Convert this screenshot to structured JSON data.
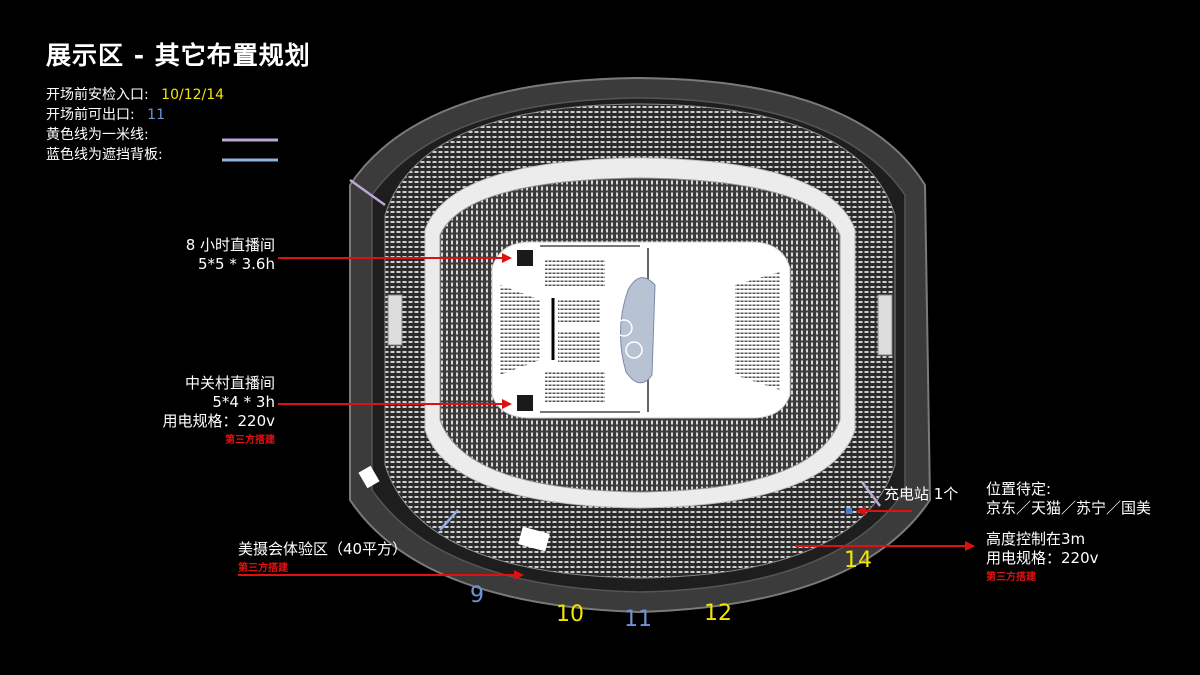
{
  "title": "展示区 - 其它布置规划",
  "legend": {
    "entry_label": "开场前安检入口:",
    "entry_value": "10/12/14",
    "exit_label": "开场前可出口:",
    "exit_value": "11",
    "yellow_line_label": "黄色线为一米线:",
    "blue_line_label": "蓝色线为遮挡背板:"
  },
  "annotations": {
    "studio_8h_title": "8 小时直播间",
    "studio_8h_size": "5*5 * 3.6h",
    "zgc_title": "中关村直播间",
    "zgc_size": "5*4 * 3h",
    "zgc_power": "用电规格：220v",
    "zgc_note": "第三方搭建",
    "meishe_title": "美摄会体验区（40平方）",
    "meishe_note": "第三方搭建",
    "charging": "充电站 1个",
    "position_label": "位置待定:",
    "brands": "京东／天猫／苏宁／国美",
    "height": "高度控制在3m",
    "power": "用电规格：220v",
    "right_note": "第三方搭建"
  },
  "gates": {
    "g9": "9",
    "g10": "10",
    "g11": "11",
    "g12": "12",
    "g14": "14"
  },
  "colors": {
    "entry_gate": "#f2e600",
    "exit_gate": "#6f93d6",
    "arrow": "#e01010",
    "one_meter_line": "#b9a8d8",
    "barrier_line": "#8fb0e0"
  }
}
